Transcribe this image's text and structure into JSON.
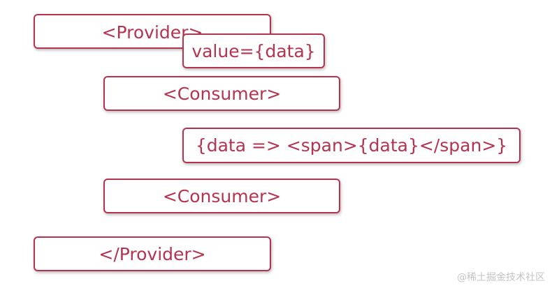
{
  "diagram": {
    "boxes": {
      "provider_open": "<Provider>",
      "value_prop": "value={data}",
      "consumer_1": "<Consumer>",
      "render_fn": "{data => <span>{data}</span>}",
      "consumer_2": "<Consumer>",
      "provider_close": "</Provider>"
    },
    "colors": {
      "accent": "#b5334f",
      "background": "#ffffff",
      "watermark": "#c4c4c4"
    }
  },
  "watermark": "@稀土掘金技术社区"
}
